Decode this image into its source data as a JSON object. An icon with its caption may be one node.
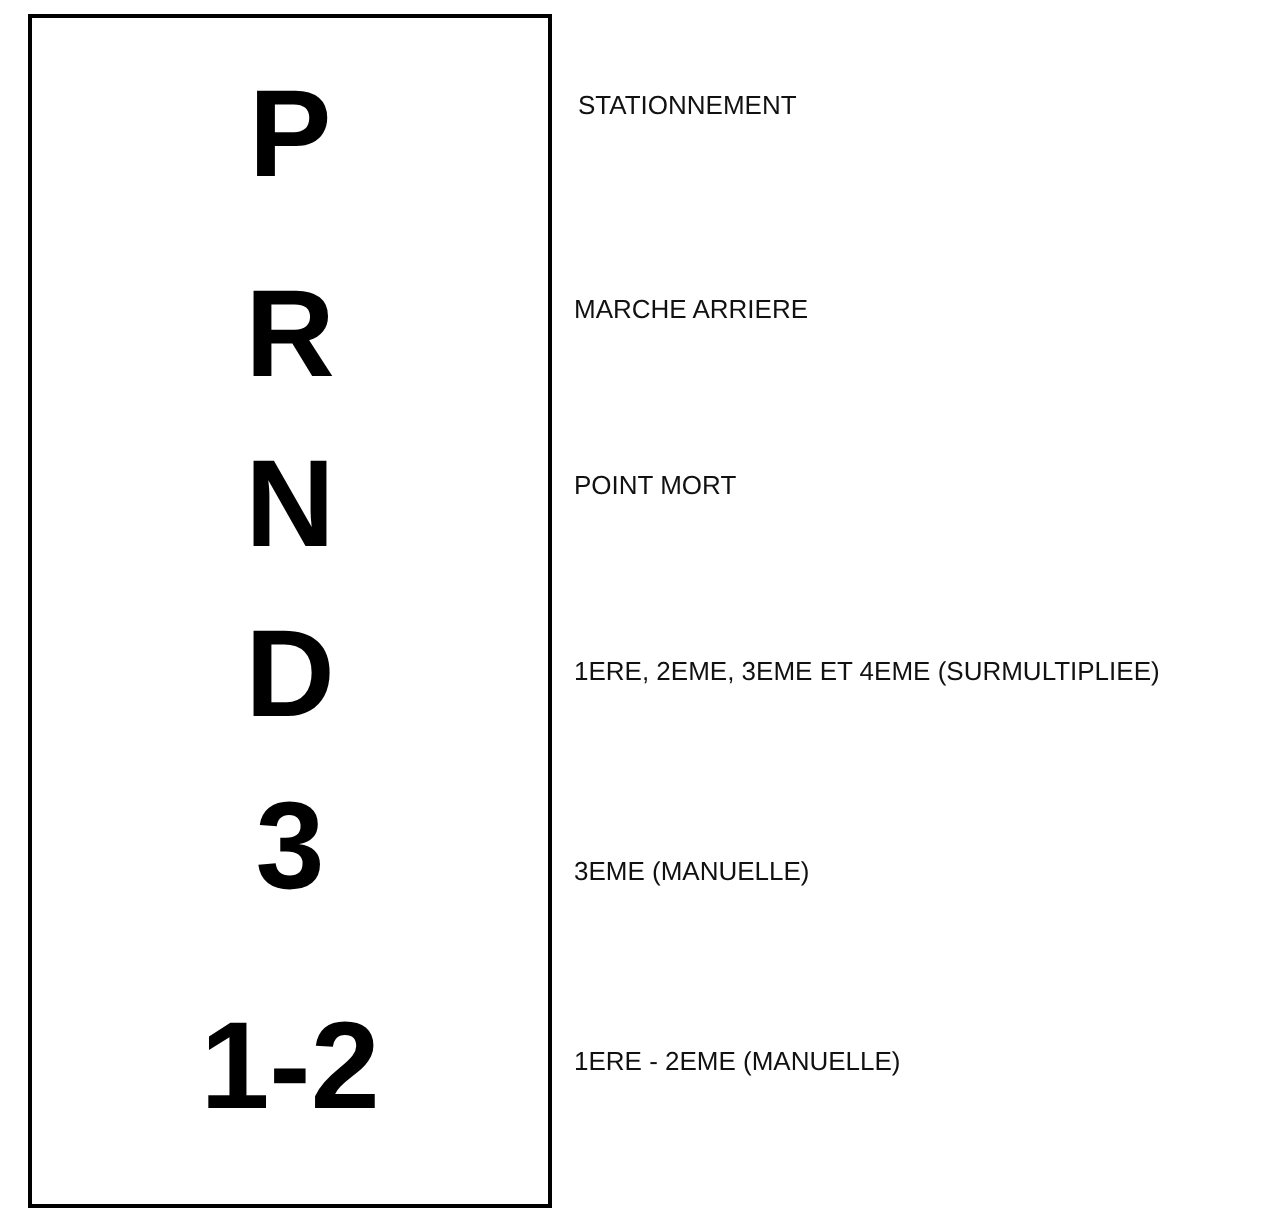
{
  "diagram": {
    "nodes": [
      {
        "text": [
          "P",
          "R",
          "N",
          "D",
          "3",
          "1-2"
        ]
      }
    ],
    "labels": [
      "STATIONNEMENT",
      "MARCHE ARRIERE",
      "POINT MORT",
      "1ERE, 2EME, 3EME ET 4EME (SURMULTIPLIEE)",
      "3EME (MANUELLE)",
      "1ERE - 2EME (MANUELLE)"
    ]
  }
}
